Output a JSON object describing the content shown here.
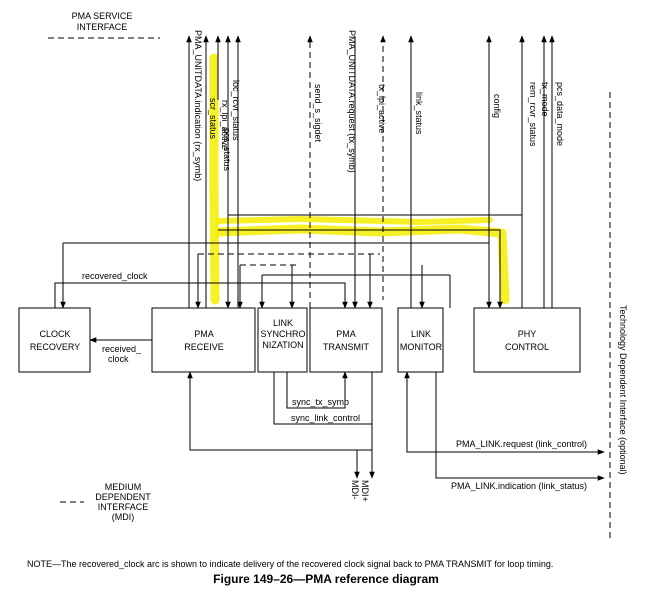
{
  "interfaces": {
    "service": [
      "PMA SERVICE",
      "INTERFACE"
    ],
    "mdi": [
      "MEDIUM",
      "DEPENDENT",
      "INTERFACE",
      "(MDI)"
    ],
    "technology": "Technology Dependent Interface (optional)"
  },
  "blocks": {
    "clock_recovery": [
      "CLOCK",
      "RECOVERY"
    ],
    "pma_receive": [
      "PMA",
      "RECEIVE"
    ],
    "link_sync": [
      "LINK",
      "SYNCHRO",
      "NIZATION"
    ],
    "pma_transmit": [
      "PMA",
      "TRANSMIT"
    ],
    "link_monitor": [
      "LINK",
      "MONITOR"
    ],
    "phy_control": [
      "PHY",
      "CONTROL"
    ]
  },
  "signals": {
    "pma_unitdata_indication": "PMA_UNITDATA.indication (rx_symb)",
    "scr_status": "scr_status",
    "rx_lpi_active": "rx_lpi_active",
    "pcs_status": "pcs_status",
    "loc_rcvr_status": "loc_rcvr_status",
    "send_s_sigdet": "send_s_sigdet",
    "pma_unitdata_request": "PMA_UNITDATA.request (tx_symb)",
    "tx_lpi_active": "tx_lpi_active",
    "link_status": "link_status",
    "config": "config",
    "rem_rcvr_status": "rem_rcvr_status",
    "tx_mode": "tx_mode",
    "pcs_data_mode": "pcs_data_mode",
    "recovered_clock": "recovered_clock",
    "received_clock": [
      "received_",
      "clock"
    ],
    "sync_tx_symb": "sync_tx_symb",
    "sync_link_control": "sync_link_control",
    "pma_link_request": "PMA_LINK.request (link_control)",
    "pma_link_indication": "PMA_LINK.indication (link_status)",
    "mdi_plus": "MDI+",
    "mdi_minus": "MDI-"
  },
  "note": "NOTE—The recovered_clock arc is shown to indicate delivery of the recovered clock signal back to PMA TRANSMIT for loop timing.",
  "caption": "Figure 149–26—PMA reference diagram",
  "colors": {
    "highlight": "#f5ee00",
    "line": "#000000"
  }
}
